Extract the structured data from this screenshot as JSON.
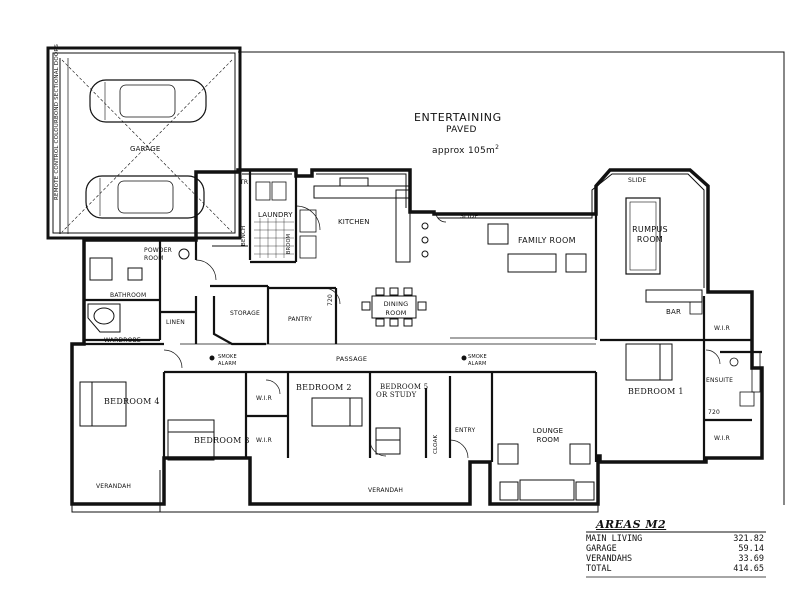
{
  "rooms": {
    "entertaining": "ENTERTAINING",
    "paved": "PAVED",
    "approx_prefix": "approx 105m",
    "approx_sup": "2",
    "garage": "GARAGE",
    "garage_doors": "REMOTE CONTROL COLOURBOND SECTIONAL DOORS",
    "kitchen": "KITCHEN",
    "laundry": "LAUNDRY",
    "family_room": "FAMILY ROOM",
    "rumpus_room": "RUMPUS ROOM",
    "dining_room": "DINING ROOM",
    "powder_room": "POWDER ROOM",
    "bathroom": "BATHROOM",
    "linen": "LINEN",
    "wardrobe": "WARDROBE",
    "storage": "STORAGE",
    "pantry": "PANTRY",
    "bar": "BAR",
    "bedroom1": "BEDROOM 1",
    "bedroom2": "BEDROOM 2",
    "bedroom3": "BEDROOM 3",
    "bedroom4": "BEDROOM 4",
    "bedroom5": "BEDROOM 5",
    "or_study": "OR STUDY",
    "lounge_room": "LOUNGE ROOM",
    "passage": "PASSAGE",
    "smoke_alarm": "SMOKE ALARM",
    "entry": "ENTRY",
    "cloak": "CLOAK",
    "wir": "W.I.R",
    "ensuite": "ENSUITE",
    "verandah": "VERANDAH",
    "slide": "SLIDE",
    "bench": "BENCH",
    "broom": "BROOM",
    "tr": "TR",
    "dim720": "720"
  },
  "areas": {
    "title": "AREAS M2",
    "rows": [
      {
        "label": "MAIN LIVING",
        "value": "321.82"
      },
      {
        "label": "GARAGE",
        "value": "59.14"
      },
      {
        "label": "VERANDAHS",
        "value": "33.69"
      },
      {
        "label": "TOTAL",
        "value": "414.65"
      }
    ]
  }
}
